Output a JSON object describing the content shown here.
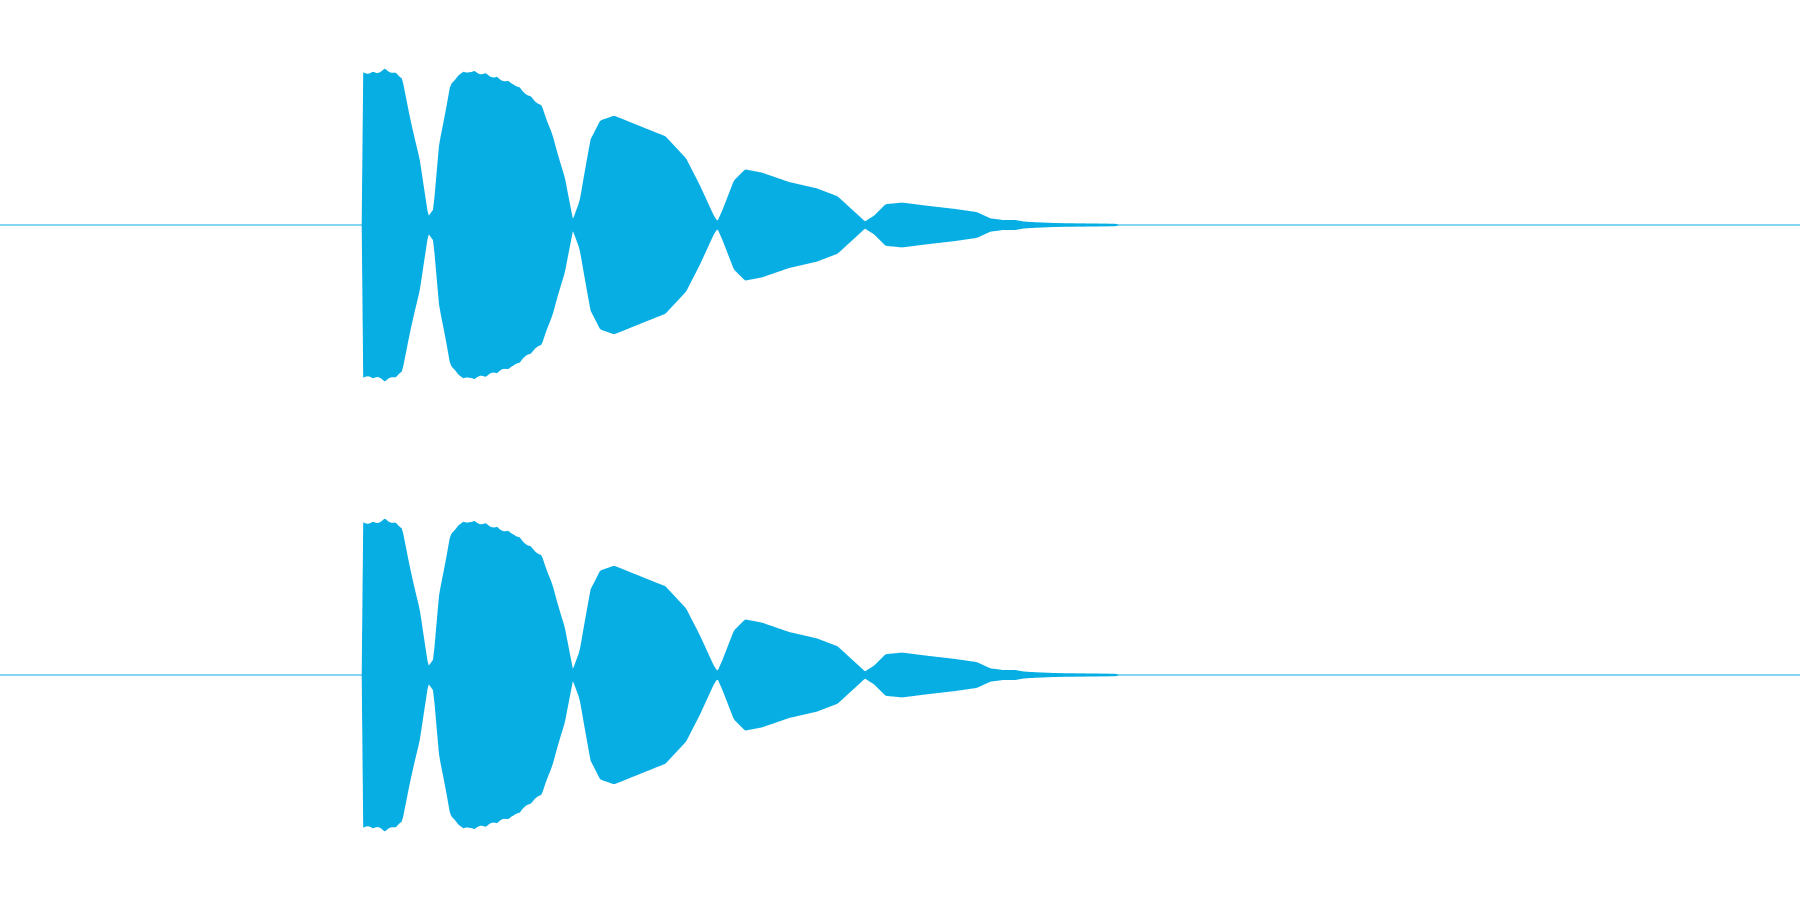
{
  "waveform": {
    "color": "#06aee4",
    "background": "#ffffff",
    "channels": [
      {
        "name": "",
        "envelope": [
          [
            0.0,
            0.0
          ],
          [
            0.001,
            0.97
          ],
          [
            0.01,
            0.97
          ],
          [
            0.017,
            0.99
          ],
          [
            0.023,
            0.97
          ],
          [
            0.029,
            0.94
          ],
          [
            0.033,
            0.75
          ],
          [
            0.042,
            0.4
          ],
          [
            0.048,
            0.05
          ],
          [
            0.052,
            0.1
          ],
          [
            0.056,
            0.5
          ],
          [
            0.064,
            0.88
          ],
          [
            0.07,
            0.96
          ],
          [
            0.078,
            0.98
          ],
          [
            0.09,
            0.96
          ],
          [
            0.11,
            0.9
          ],
          [
            0.12,
            0.83
          ],
          [
            0.13,
            0.76
          ],
          [
            0.137,
            0.6
          ],
          [
            0.147,
            0.3
          ],
          [
            0.153,
            0.03
          ],
          [
            0.158,
            0.15
          ],
          [
            0.166,
            0.54
          ],
          [
            0.173,
            0.66
          ],
          [
            0.183,
            0.69
          ],
          [
            0.2,
            0.63
          ],
          [
            0.22,
            0.56
          ],
          [
            0.235,
            0.42
          ],
          [
            0.245,
            0.25
          ],
          [
            0.255,
            0.06
          ],
          [
            0.258,
            0.02
          ],
          [
            0.262,
            0.1
          ],
          [
            0.27,
            0.28
          ],
          [
            0.278,
            0.35
          ],
          [
            0.29,
            0.33
          ],
          [
            0.31,
            0.27
          ],
          [
            0.33,
            0.23
          ],
          [
            0.345,
            0.18
          ],
          [
            0.355,
            0.1
          ],
          [
            0.365,
            0.02
          ],
          [
            0.372,
            0.06
          ],
          [
            0.38,
            0.13
          ],
          [
            0.392,
            0.14
          ],
          [
            0.41,
            0.12
          ],
          [
            0.43,
            0.1
          ],
          [
            0.446,
            0.08
          ],
          [
            0.456,
            0.04
          ],
          [
            0.465,
            0.03
          ],
          [
            0.474,
            0.03
          ],
          [
            0.48,
            0.02
          ],
          [
            0.49,
            0.015
          ],
          [
            0.505,
            0.01
          ],
          [
            0.525,
            0.008
          ],
          [
            0.546,
            0.006
          ],
          [
            0.55,
            0.0
          ]
        ]
      },
      {
        "name": "",
        "envelope": [
          [
            0.0,
            0.0
          ],
          [
            0.001,
            0.97
          ],
          [
            0.01,
            0.97
          ],
          [
            0.017,
            0.99
          ],
          [
            0.023,
            0.97
          ],
          [
            0.029,
            0.94
          ],
          [
            0.033,
            0.75
          ],
          [
            0.042,
            0.4
          ],
          [
            0.048,
            0.05
          ],
          [
            0.052,
            0.1
          ],
          [
            0.056,
            0.5
          ],
          [
            0.064,
            0.88
          ],
          [
            0.07,
            0.96
          ],
          [
            0.078,
            0.98
          ],
          [
            0.09,
            0.96
          ],
          [
            0.11,
            0.9
          ],
          [
            0.12,
            0.83
          ],
          [
            0.13,
            0.76
          ],
          [
            0.137,
            0.6
          ],
          [
            0.147,
            0.3
          ],
          [
            0.153,
            0.03
          ],
          [
            0.158,
            0.15
          ],
          [
            0.166,
            0.54
          ],
          [
            0.173,
            0.66
          ],
          [
            0.183,
            0.69
          ],
          [
            0.2,
            0.63
          ],
          [
            0.22,
            0.56
          ],
          [
            0.235,
            0.42
          ],
          [
            0.245,
            0.25
          ],
          [
            0.255,
            0.06
          ],
          [
            0.258,
            0.02
          ],
          [
            0.262,
            0.1
          ],
          [
            0.27,
            0.28
          ],
          [
            0.278,
            0.35
          ],
          [
            0.29,
            0.33
          ],
          [
            0.31,
            0.27
          ],
          [
            0.33,
            0.23
          ],
          [
            0.345,
            0.18
          ],
          [
            0.355,
            0.1
          ],
          [
            0.365,
            0.02
          ],
          [
            0.372,
            0.06
          ],
          [
            0.38,
            0.13
          ],
          [
            0.392,
            0.14
          ],
          [
            0.41,
            0.12
          ],
          [
            0.43,
            0.1
          ],
          [
            0.446,
            0.08
          ],
          [
            0.456,
            0.04
          ],
          [
            0.465,
            0.03
          ],
          [
            0.474,
            0.03
          ],
          [
            0.48,
            0.02
          ],
          [
            0.49,
            0.015
          ],
          [
            0.505,
            0.01
          ],
          [
            0.525,
            0.008
          ],
          [
            0.546,
            0.006
          ],
          [
            0.55,
            0.0
          ]
        ]
      }
    ]
  }
}
